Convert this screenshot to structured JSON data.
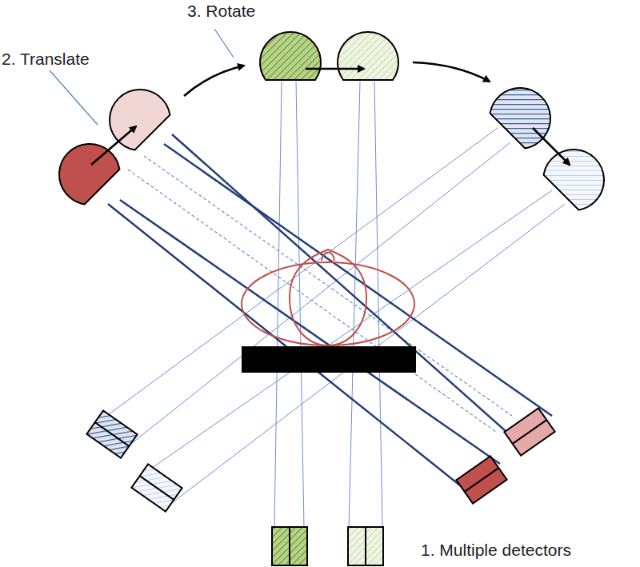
{
  "diagram": {
    "labels": [
      "2. Translate",
      "3. Rotate",
      "1. Multiple detectors"
    ]
  }
}
